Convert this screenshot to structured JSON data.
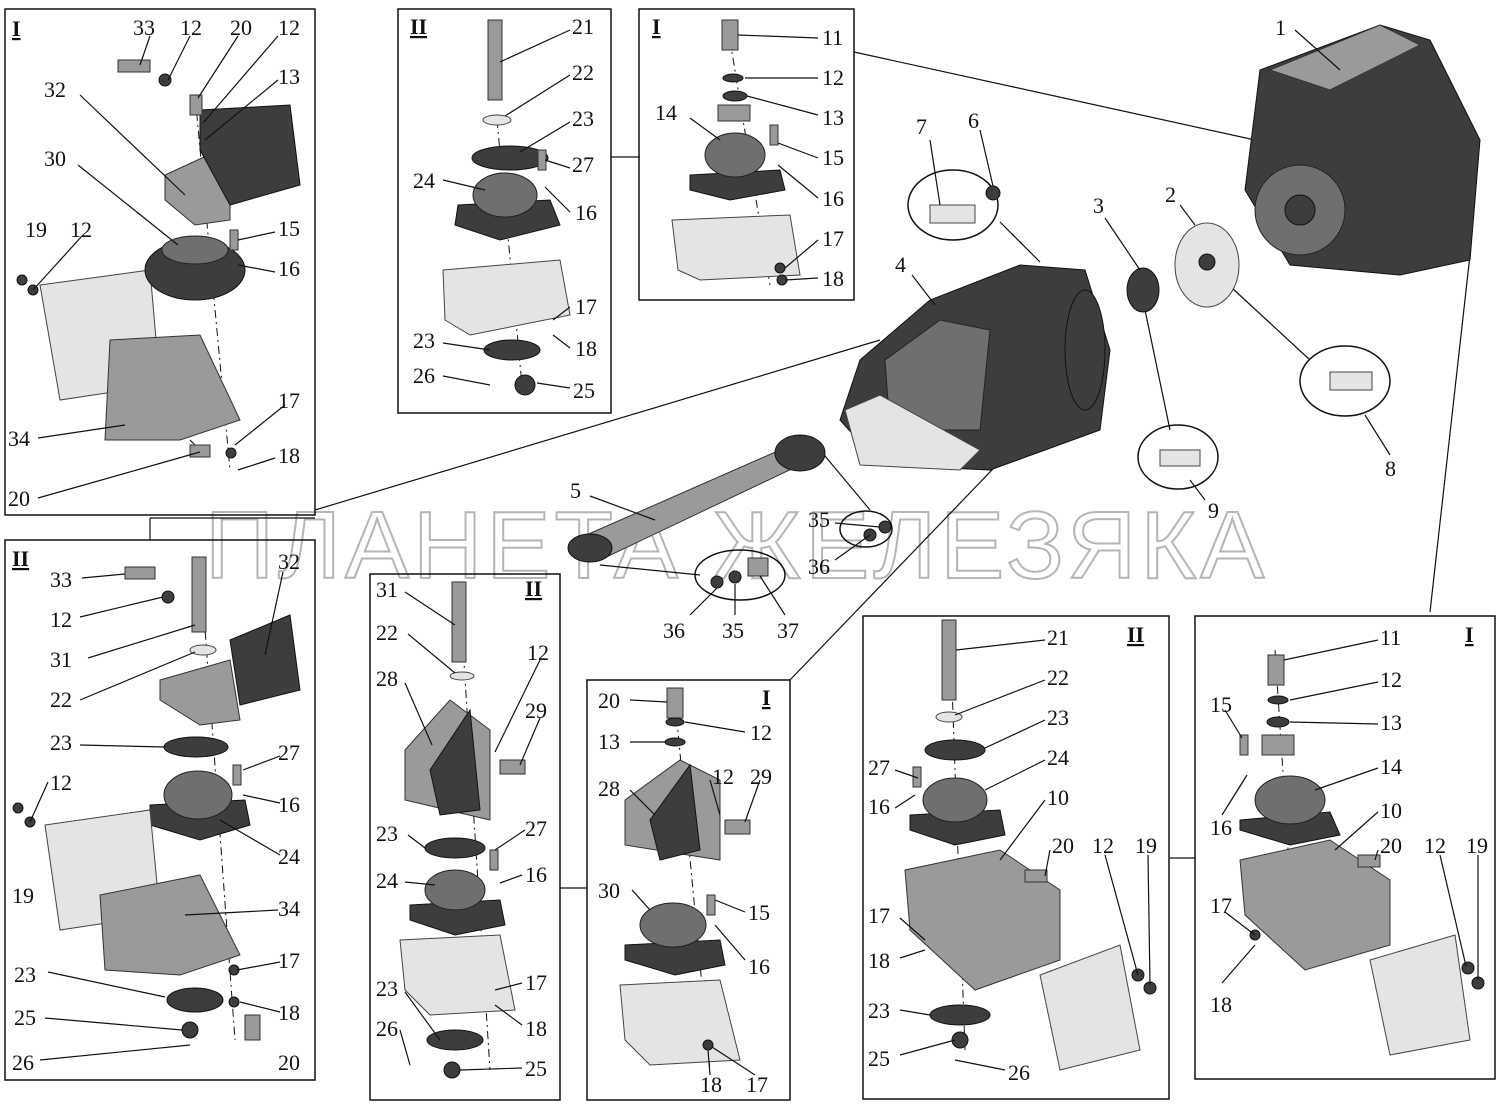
{
  "watermark": "ПЛАНЕТА ЖЕЛЕЗЯКА",
  "panels": [
    {
      "id": "p1",
      "title": "I"
    },
    {
      "id": "p2",
      "title": "II"
    },
    {
      "id": "p3",
      "title": "I"
    },
    {
      "id": "p4",
      "title": "II"
    },
    {
      "id": "p5",
      "title": "II"
    },
    {
      "id": "p6",
      "title": "I"
    },
    {
      "id": "p7",
      "title": "II"
    },
    {
      "id": "p8",
      "title": "I"
    }
  ],
  "callouts": {
    "p1": [
      "33",
      "12",
      "20",
      "12",
      "13",
      "32",
      "30",
      "15",
      "16",
      "19",
      "12",
      "17",
      "18",
      "34",
      "20"
    ],
    "p2": [
      "21",
      "22",
      "23",
      "27",
      "16",
      "24",
      "17",
      "18",
      "23",
      "26",
      "25"
    ],
    "p3": [
      "11",
      "12",
      "13",
      "14",
      "15",
      "16",
      "17",
      "18"
    ],
    "p4": [
      "33",
      "32",
      "12",
      "31",
      "22",
      "23",
      "27",
      "12",
      "16",
      "24",
      "19",
      "34",
      "17",
      "23",
      "18",
      "25",
      "20",
      "26"
    ],
    "p5": [
      "31",
      "22",
      "12",
      "28",
      "29",
      "23",
      "27",
      "24",
      "16",
      "23",
      "17",
      "18",
      "26",
      "25"
    ],
    "p6": [
      "20",
      "12",
      "13",
      "28",
      "12",
      "29",
      "30",
      "15",
      "16",
      "18",
      "17"
    ],
    "p7": [
      "21",
      "22",
      "23",
      "27",
      "24",
      "16",
      "10",
      "20",
      "12",
      "19",
      "17",
      "18",
      "23",
      "25",
      "26"
    ],
    "p8": [
      "11",
      "12",
      "15",
      "13",
      "14",
      "16",
      "10",
      "20",
      "12",
      "19",
      "17",
      "18"
    ],
    "main": [
      "1",
      "7",
      "6",
      "3",
      "2",
      "4",
      "8",
      "9",
      "5",
      "35",
      "36",
      "36",
      "35",
      "37"
    ]
  }
}
